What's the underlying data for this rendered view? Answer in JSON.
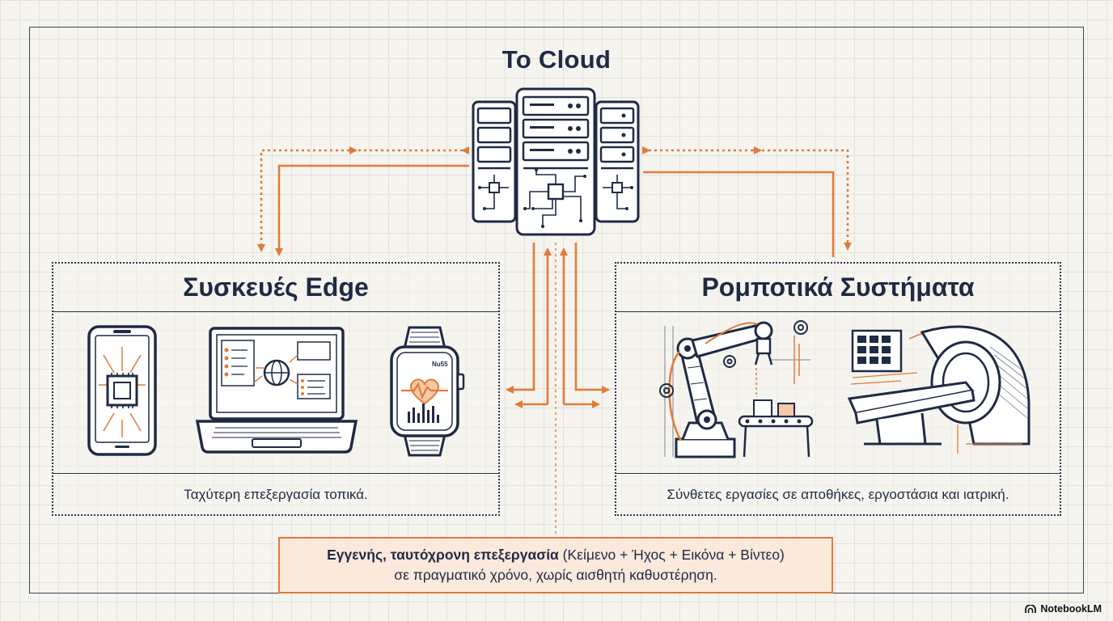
{
  "cloud": {
    "title": "Το Cloud"
  },
  "edge_panel": {
    "title": "Συσκευές Edge",
    "caption": "Ταχύτερη επεξεργασία τοπικά.",
    "watch_label": "Nu55"
  },
  "robot_panel": {
    "title": "Ρομποτικά Συστήματα",
    "caption": "Σύνθετες εργασίες σε αποθήκες, εργοστάσια και ιατρική."
  },
  "bottom_note": {
    "bold": "Εγγενής, ταυτόχρονη επεξεργασία",
    "rest": " (Κείμενο + Ήχος + Εικόνα + Βίντεο)",
    "line2": "σε πραγματικό χρόνο, χωρίς αισθητή καθυστέρηση."
  },
  "branding": {
    "name": "NotebookLM"
  },
  "colors": {
    "accent": "#e07b39",
    "ink": "#1f2a44",
    "highlight_bg": "#fbe9dc"
  }
}
